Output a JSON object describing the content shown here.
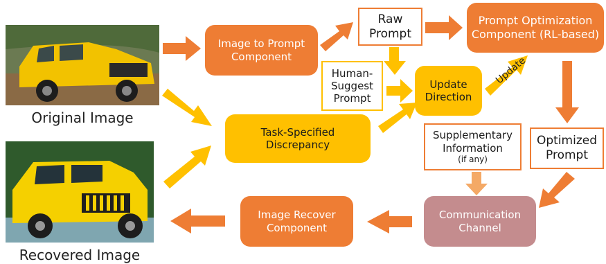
{
  "images": {
    "original_caption": "Original Image",
    "recovered_caption": "Recovered Image"
  },
  "nodes": {
    "image_to_prompt": "Image to Prompt\nComponent",
    "raw_prompt": "Raw\nPrompt",
    "prompt_optimization": "Prompt Optimization\nComponent (RL-based)",
    "human_suggest": "Human-\nSuggest\nPrompt",
    "update_direction": "Update\nDirection",
    "task_discrepancy": "Task-Specified\nDiscrepancy",
    "supplementary_main": "Supplementary\nInformation",
    "supplementary_note": "(if any)",
    "optimized_prompt": "Optimized\nPrompt",
    "communication_channel": "Communication\nChannel",
    "image_recover": "Image Recover\nComponent"
  },
  "labels": {
    "update": "Update"
  },
  "colors": {
    "orange": "#ee7d34",
    "yellow": "#ffc000",
    "pink": "#c48c8e",
    "orange_arrow": "#ee7d34",
    "yellow_arrow": "#ffc000",
    "light_orange_arrow": "#f4a966"
  }
}
